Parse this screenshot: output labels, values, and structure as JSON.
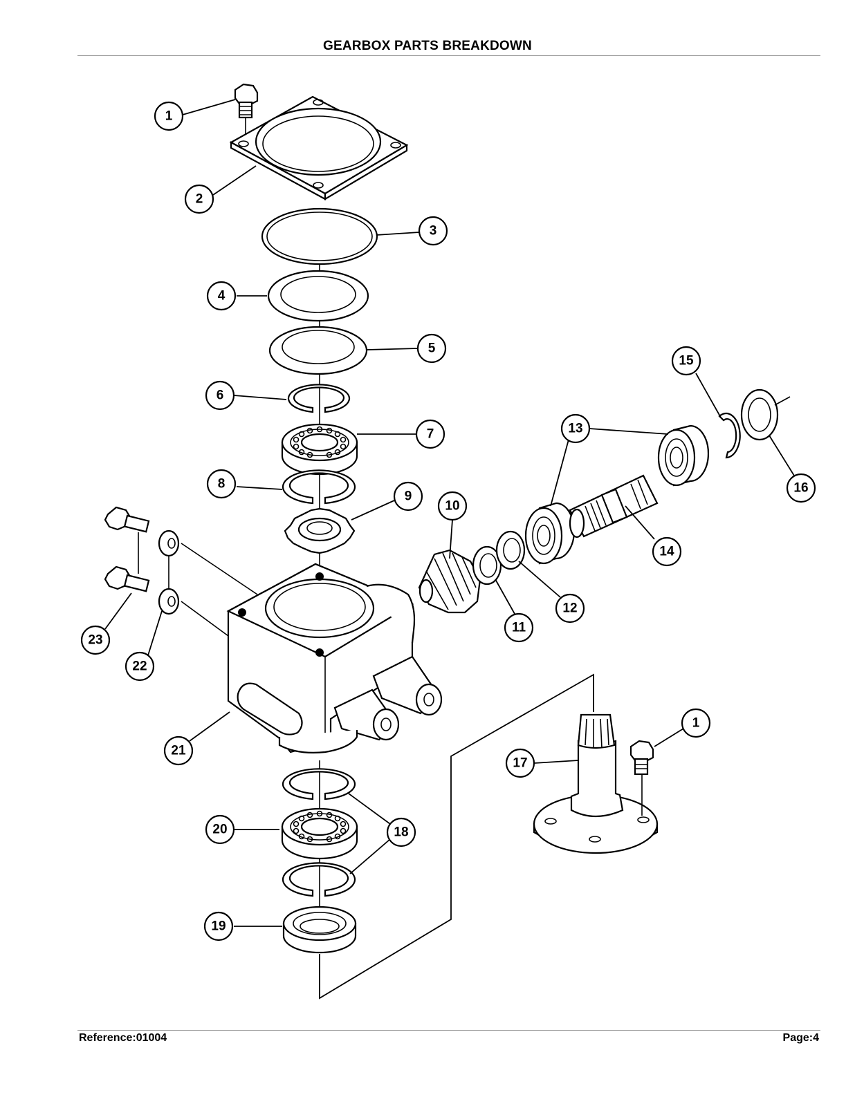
{
  "header": {
    "title": "GEARBOX PARTS BREAKDOWN"
  },
  "footer": {
    "reference": "Reference:01004",
    "page": "Page:4"
  },
  "callouts": {
    "c1a": "1",
    "c1b": "1",
    "c2": "2",
    "c3": "3",
    "c4": "4",
    "c5": "5",
    "c6": "6",
    "c7": "7",
    "c8": "8",
    "c9": "9",
    "c10": "10",
    "c11": "11",
    "c12": "12",
    "c13": "13",
    "c14": "14",
    "c15": "15",
    "c16": "16",
    "c17": "17",
    "c18": "18",
    "c19": "19",
    "c20": "20",
    "c21": "21",
    "c22": "22",
    "c23": "23"
  }
}
